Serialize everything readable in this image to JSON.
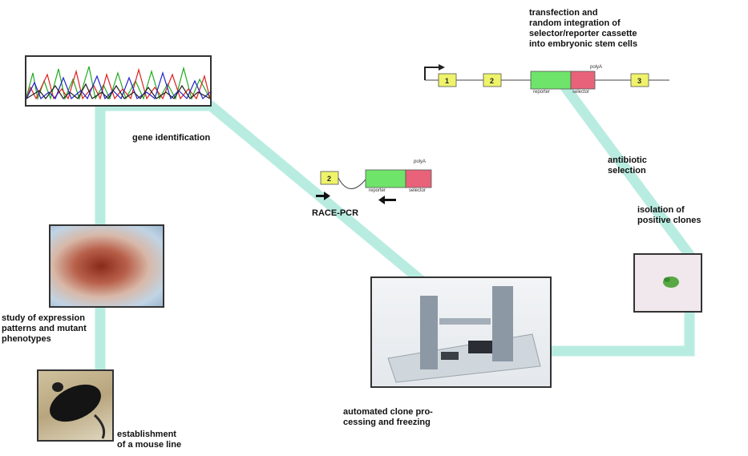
{
  "labels": {
    "transfection": "transfection and\nrandom integration of\nselector/reporter cassette\ninto embryonic stem cells",
    "gene_identification": "gene identification",
    "race_pcr": "RACE-PCR",
    "antibiotic_selection": "antibiotic\nselection",
    "isolation": "isolation of\npositive clones",
    "study_expression": "study of expression\npatterns and mutant\nphenotypes",
    "automated": "automated clone pro-\ncessing  and freezing",
    "establishment": "establishment\nof a mouse line"
  },
  "cassette_top": {
    "exons": [
      "1",
      "2",
      "3"
    ],
    "reporter": "reporter",
    "selector": "selector",
    "polya": "polyA"
  },
  "cassette_mid": {
    "exon": "2",
    "reporter": "reporter",
    "selector": "selector",
    "polya": "polyA"
  },
  "colors": {
    "flow_path": "#b9ece1",
    "exon_fill": "#eef36a",
    "reporter_fill": "#6ee46a",
    "selector_fill": "#e8637a"
  }
}
